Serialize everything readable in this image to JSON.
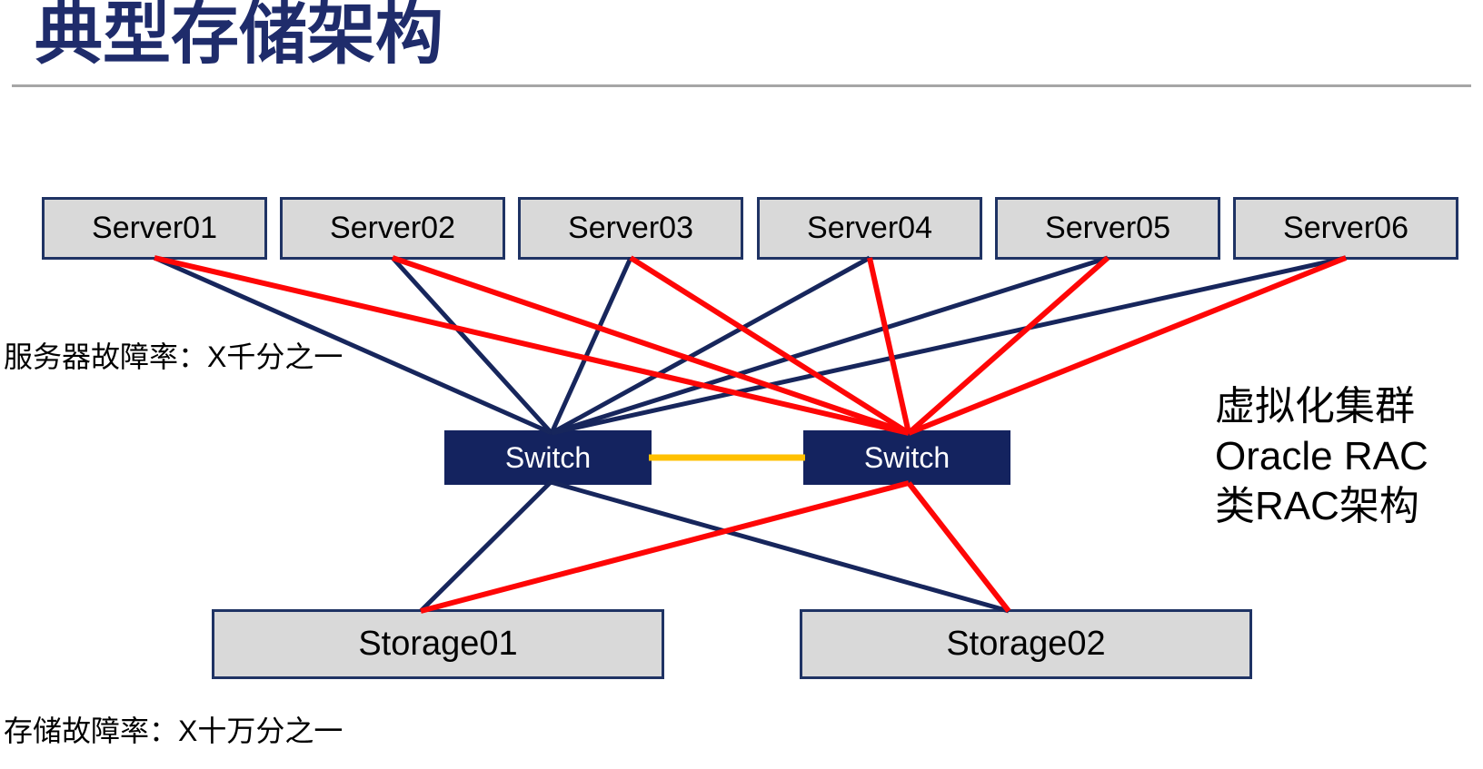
{
  "title": "典型存储架构",
  "annotations": {
    "server_failure_rate": "服务器故障率：X千分之一",
    "storage_failure_rate": "存储故障率：X十万分之一",
    "note_line1": "虚拟化集群",
    "note_line2": "Oracle RAC",
    "note_line3": "类RAC架构"
  },
  "nodes": {
    "servers": [
      {
        "label": "Server01"
      },
      {
        "label": "Server02"
      },
      {
        "label": "Server03"
      },
      {
        "label": "Server04"
      },
      {
        "label": "Server05"
      },
      {
        "label": "Server06"
      }
    ],
    "switches": [
      {
        "label": "Switch"
      },
      {
        "label": "Switch"
      }
    ],
    "storages": [
      {
        "label": "Storage01"
      },
      {
        "label": "Storage02"
      }
    ]
  },
  "connections": [
    {
      "from": "server1",
      "to": "switchL",
      "color": "navy"
    },
    {
      "from": "server2",
      "to": "switchL",
      "color": "navy"
    },
    {
      "from": "server3",
      "to": "switchL",
      "color": "navy"
    },
    {
      "from": "server4",
      "to": "switchL",
      "color": "navy"
    },
    {
      "from": "server5",
      "to": "switchL",
      "color": "navy"
    },
    {
      "from": "server6",
      "to": "switchL",
      "color": "navy"
    },
    {
      "from": "switchL",
      "to": "storage1",
      "color": "navy"
    },
    {
      "from": "switchL",
      "to": "storage2",
      "color": "navy"
    },
    {
      "from": "server1",
      "to": "switchR",
      "color": "red"
    },
    {
      "from": "server2",
      "to": "switchR",
      "color": "red"
    },
    {
      "from": "server3",
      "to": "switchR",
      "color": "red"
    },
    {
      "from": "server4",
      "to": "switchR",
      "color": "red"
    },
    {
      "from": "server5",
      "to": "switchR",
      "color": "red"
    },
    {
      "from": "server6",
      "to": "switchR",
      "color": "red"
    },
    {
      "from": "switchR",
      "to": "storage1",
      "color": "red"
    },
    {
      "from": "switchR",
      "to": "storage2",
      "color": "red"
    },
    {
      "from": "switchL",
      "to": "switchR",
      "color": "orange"
    }
  ],
  "colors": {
    "title_text": "#1F2C6B",
    "navy_line": "#17265C",
    "red_line": "#FE0606",
    "orange_line": "#FFC000",
    "box_fill": "#D9D9D9",
    "box_border": "#1F3364",
    "switch_fill": "#14235F",
    "switch_text": "#FFFFFF",
    "divider": "#A6A6A6"
  }
}
